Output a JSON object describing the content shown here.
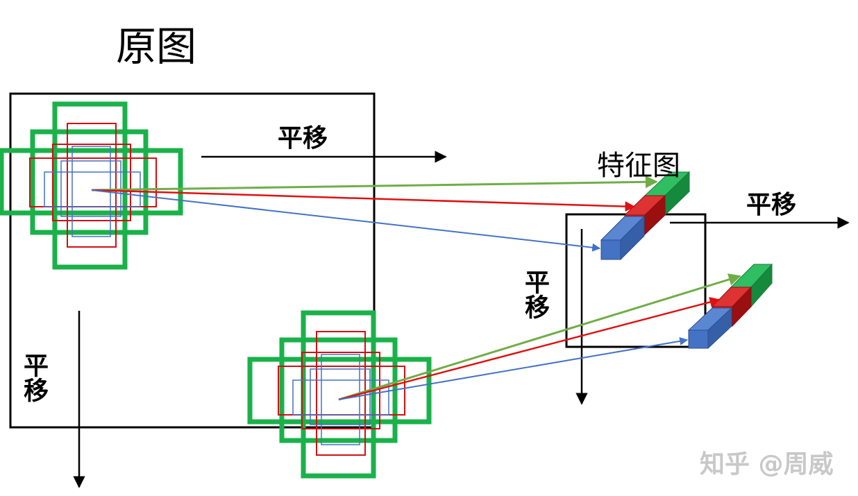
{
  "labels": {
    "original_title": "原图",
    "feature_title": "特征图",
    "shift_right_top": "平移",
    "shift_right_feat": "平移",
    "shift_down_left": "平移",
    "shift_down_feat": "平移",
    "watermark": "知乎 @周威"
  },
  "colors": {
    "green": "#1ab14a",
    "red": "#d01010",
    "blue": "#4472c4",
    "arrow_green": "#70ad47",
    "arrow_red": "#e01010",
    "arrow_blue": "#4472c4",
    "frame": "#000000",
    "cube_green": "#21a553",
    "cube_red": "#cc2222",
    "cube_blue": "#4472c4"
  }
}
